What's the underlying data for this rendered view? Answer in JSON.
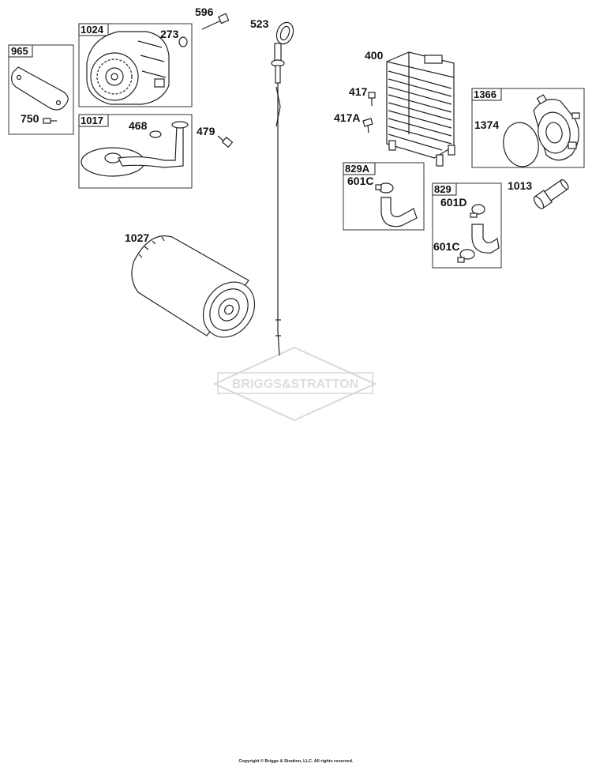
{
  "diagram": {
    "parts": [
      {
        "id": "p965",
        "number": "965"
      },
      {
        "id": "p750",
        "number": "750"
      },
      {
        "id": "p1024",
        "number": "1024"
      },
      {
        "id": "p273",
        "number": "273"
      },
      {
        "id": "p596",
        "number": "596"
      },
      {
        "id": "p1017",
        "number": "1017"
      },
      {
        "id": "p468",
        "number": "468"
      },
      {
        "id": "p479",
        "number": "479"
      },
      {
        "id": "p1027",
        "number": "1027"
      },
      {
        "id": "p523",
        "number": "523"
      },
      {
        "id": "p400",
        "number": "400"
      },
      {
        "id": "p417",
        "number": "417"
      },
      {
        "id": "p417A",
        "number": "417A"
      },
      {
        "id": "p1366",
        "number": "1366"
      },
      {
        "id": "p1374",
        "number": "1374"
      },
      {
        "id": "p829A",
        "number": "829A"
      },
      {
        "id": "p601C_a",
        "number": "601C"
      },
      {
        "id": "p1013",
        "number": "1013"
      },
      {
        "id": "p829",
        "number": "829"
      },
      {
        "id": "p601D",
        "number": "601D"
      },
      {
        "id": "p601C_b",
        "number": "601C"
      }
    ],
    "watermark": "BRIGGS&STRATTON",
    "copyright": "Copyright © Briggs & Stratton, LLC. All rights reserved."
  }
}
